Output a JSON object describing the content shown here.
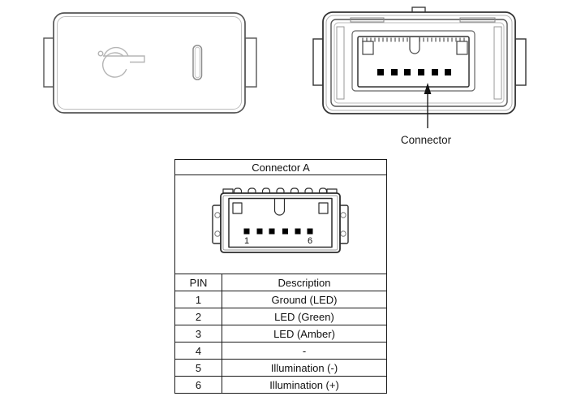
{
  "page": {
    "background": "#ffffff",
    "description": "Switch component front and rear view line drawings with connector pinout table"
  },
  "callout": {
    "label": "Connector"
  },
  "figures": {
    "front_view": "switch-front-view",
    "rear_view": "switch-rear-view",
    "table_figure": "connector-a-drawing",
    "icons": [
      "switch-symbol-icon",
      "indicator-slot",
      "connector-pins",
      "callout-arrow"
    ]
  },
  "connector_table": {
    "title": "Connector A",
    "pin_first_label": "1",
    "pin_last_label": "6",
    "columns": {
      "pin": "PIN",
      "description": "Description"
    },
    "rows": [
      {
        "pin": "1",
        "description": "Ground (LED)"
      },
      {
        "pin": "2",
        "description": "LED (Green)"
      },
      {
        "pin": "3",
        "description": "LED (Amber)"
      },
      {
        "pin": "4",
        "description": "-"
      },
      {
        "pin": "5",
        "description": "Illumination (-)"
      },
      {
        "pin": "6",
        "description": "Illumination (+)"
      }
    ]
  },
  "colors": {
    "line_dark": "#333333",
    "line_light": "#b5b5b5",
    "pin_fill": "#000000",
    "table_border": "#1a1a1a",
    "text": "#111111"
  }
}
